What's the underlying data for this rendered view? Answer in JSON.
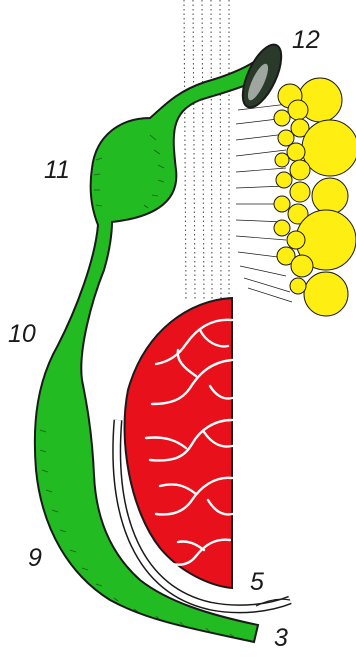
{
  "diagram": {
    "labels": [
      {
        "id": "12",
        "text": "12"
      },
      {
        "id": "11",
        "text": "11"
      },
      {
        "id": "10",
        "text": "10"
      },
      {
        "id": "9",
        "text": "9"
      },
      {
        "id": "5",
        "text": "5"
      },
      {
        "id": "3",
        "text": "3"
      }
    ],
    "colors": {
      "duct": "#22bb22",
      "ovary": "#e8101a",
      "yolk": "#ffee11",
      "outline": "#1a1a1a",
      "shell_gland": "#2a3a2a"
    }
  }
}
